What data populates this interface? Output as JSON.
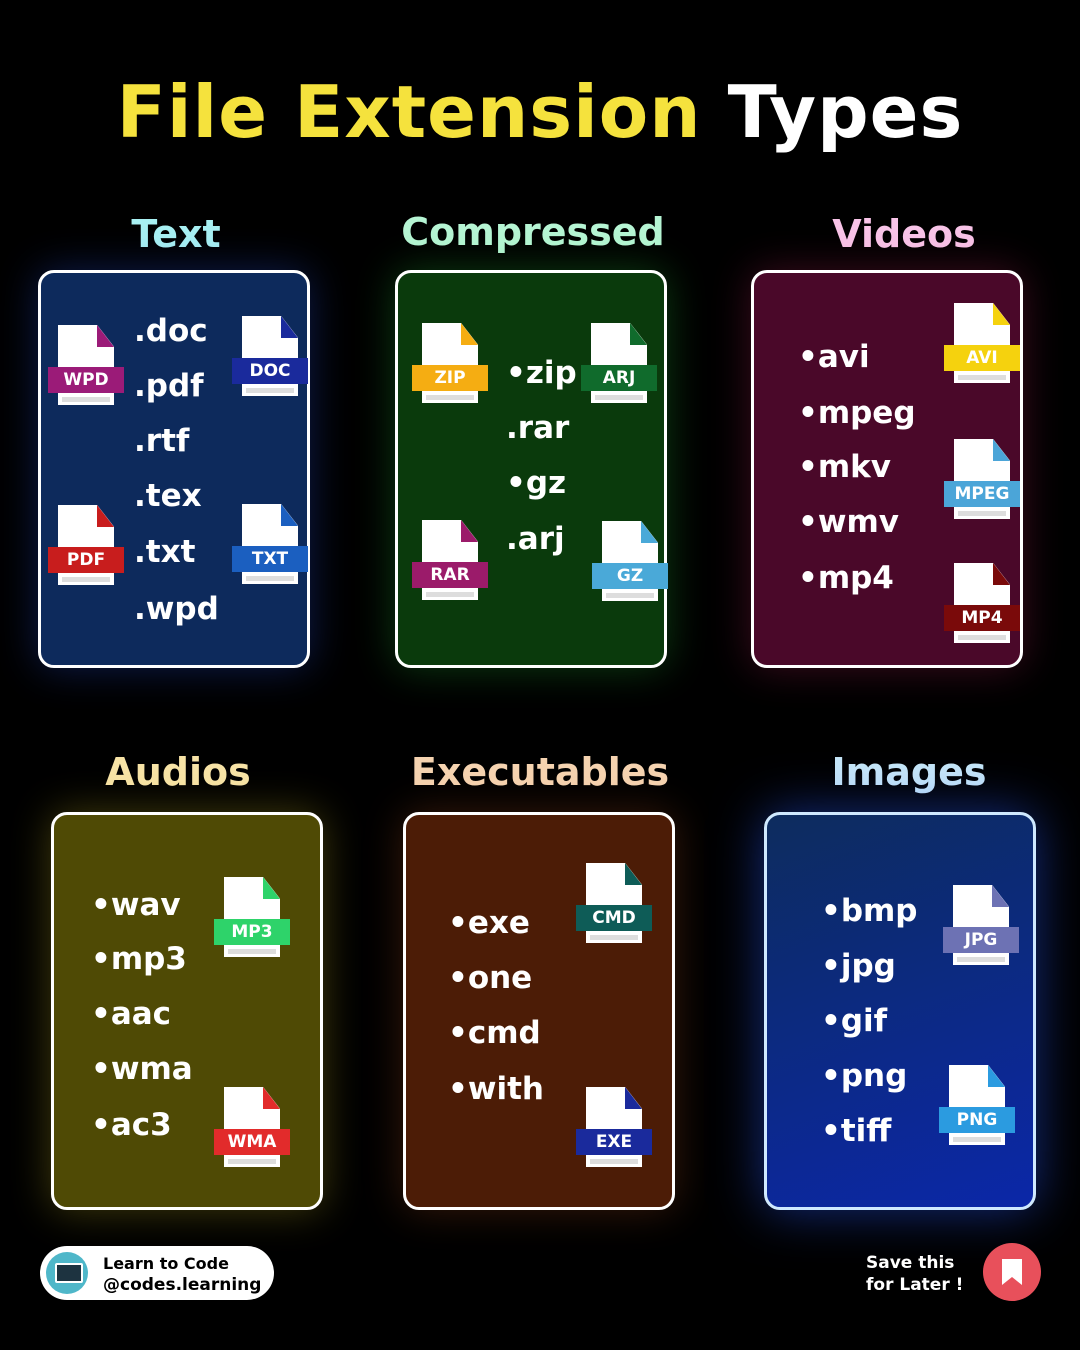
{
  "title": {
    "part1": "File Extension",
    "part2": "Types"
  },
  "colors": {
    "title_yellow": "#f5e23d",
    "text_title": "#a8f0f2",
    "compressed_title": "#b6f5d4",
    "videos_title": "#f8c4e8",
    "audios_title": "#f7e3a6",
    "executables_title": "#f5d3b0",
    "images_title": "#c6e6f8",
    "text_bg": "#0d2a5c",
    "compressed_bg": "#0a3a0c",
    "videos_bg": "#4a0829",
    "audios_bg": "#4f4a05",
    "executables_bg": "#4c1c06",
    "images_bg": "#0b2a6a"
  },
  "categories": {
    "text": {
      "title": "Text",
      "items": [
        ".doc",
        ".pdf",
        ".rtf",
        ".tex",
        ".txt",
        ".wpd"
      ],
      "icons": [
        {
          "label": "WPD",
          "icon": "wpd-file-icon",
          "color": "#9b1b78"
        },
        {
          "label": "DOC",
          "icon": "doc-file-icon",
          "color": "#1a2a9c"
        },
        {
          "label": "PDF",
          "icon": "pdf-file-icon",
          "color": "#c81d1d"
        },
        {
          "label": "TXT",
          "icon": "txt-file-icon",
          "color": "#1b5fc0"
        }
      ]
    },
    "compressed": {
      "title": "Compressed",
      "items": [
        "•zip",
        ".rar",
        "•gz",
        ".arj"
      ],
      "icons": [
        {
          "label": "ZIP",
          "icon": "zip-file-icon",
          "color": "#f5ad12"
        },
        {
          "label": "ARJ",
          "icon": "arj-file-icon",
          "color": "#106b2c"
        },
        {
          "label": "RAR",
          "icon": "rar-file-icon",
          "color": "#9b1b6a"
        },
        {
          "label": "GZ",
          "icon": "gz-file-icon",
          "color": "#4aa9d8"
        }
      ]
    },
    "videos": {
      "title": "Videos",
      "items": [
        "•avi",
        "•mpeg",
        "•mkv",
        "•wmv",
        "•mp4"
      ],
      "icons": [
        {
          "label": "AVI",
          "icon": "avi-file-icon",
          "color": "#f5d20e"
        },
        {
          "label": "MPEG",
          "icon": "mpeg-file-icon",
          "color": "#4ba5d8"
        },
        {
          "label": "MP4",
          "icon": "mp4-file-icon",
          "color": "#7a0a0a"
        }
      ]
    },
    "audios": {
      "title": "Audios",
      "items": [
        "•wav",
        "•mp3",
        "•aac",
        "•wma",
        "•ac3"
      ],
      "icons": [
        {
          "label": "MP3",
          "icon": "mp3-file-icon",
          "color": "#2ed36a"
        },
        {
          "label": "WMA",
          "icon": "wma-file-icon",
          "color": "#e22b2b"
        }
      ]
    },
    "executables": {
      "title": "Executables",
      "items": [
        "•exe",
        "•one",
        "•cmd",
        "•with"
      ],
      "icons": [
        {
          "label": "CMD",
          "icon": "cmd-file-icon",
          "color": "#0e5c57"
        },
        {
          "label": "EXE",
          "icon": "exe-file-icon",
          "color": "#1a2a9c"
        }
      ]
    },
    "images": {
      "title": "Images",
      "items": [
        "•bmp",
        "•jpg",
        "•gif",
        "•png",
        "•tiff"
      ],
      "icons": [
        {
          "label": "JPG",
          "icon": "jpg-file-icon",
          "color": "#6d72b4"
        },
        {
          "label": "PNG",
          "icon": "png-file-icon",
          "color": "#2b9be0"
        }
      ]
    }
  },
  "footer": {
    "brand_line1": "Learn to Code",
    "brand_line2": "@codes.learning",
    "save_line1": "Save this",
    "save_line2": "for Later !",
    "save_icon": "bookmark-icon"
  }
}
